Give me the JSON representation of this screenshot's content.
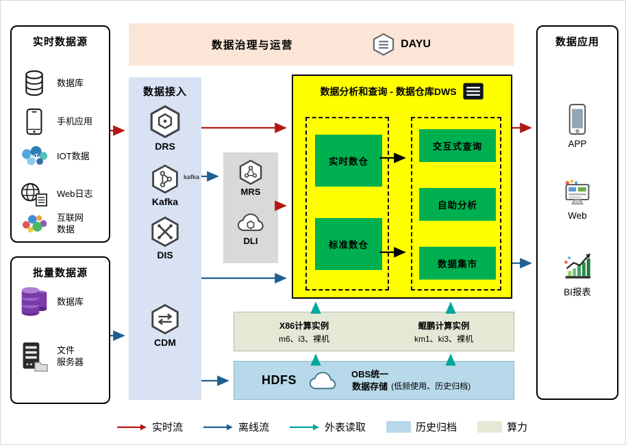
{
  "governance": {
    "title": "数据治理与运营",
    "product": "DAYU",
    "bg": "#fbe5d6",
    "icon": "dayu-hexagon-icon"
  },
  "realtime_sources": {
    "title": "实时数据源",
    "items": [
      {
        "label": "数据库",
        "icon": "database-icon"
      },
      {
        "label": "手机应用",
        "icon": "mobile-phone-icon"
      },
      {
        "label": "IOT数据",
        "icon": "iot-icon"
      },
      {
        "label": "Web日志",
        "icon": "web-log-icon"
      },
      {
        "label": "互联网\n数据",
        "icon": "internet-data-icon"
      }
    ]
  },
  "batch_sources": {
    "title": "批量数据源",
    "items": [
      {
        "label": "数据库",
        "icon": "purple-database-icon"
      },
      {
        "label": "文件\n服务器",
        "icon": "file-server-icon"
      }
    ]
  },
  "ingestion": {
    "title": "数据接入",
    "bg": "#d9e2f3",
    "items": [
      {
        "label": "DRS",
        "icon": "drs-hexagon-icon"
      },
      {
        "label": "Kafka",
        "icon": "kafka-hexagon-icon",
        "badge": "kafka"
      },
      {
        "label": "DIS",
        "icon": "dis-hexagon-icon"
      },
      {
        "label": "CDM",
        "icon": "cdm-hexagon-icon"
      }
    ]
  },
  "compute_services": {
    "bg": "#d9d9d9",
    "items": [
      {
        "label": "MRS",
        "icon": "mrs-hexagon-icon"
      },
      {
        "label": "DLI",
        "icon": "dli-cloud-icon"
      }
    ]
  },
  "dws": {
    "title": "数据分析和查询 - 数据仓库DWS",
    "bg": "#ffff00",
    "box_color": "#00b050",
    "warehouse_boxes": [
      "实时数仓",
      "标准数仓"
    ],
    "service_boxes": [
      "交互式查询",
      "自助分析",
      "数据集市"
    ]
  },
  "compute_instances": {
    "bg": "#e4e9d5",
    "groups": [
      {
        "title": "X86计算实例",
        "detail": "m6、i3、裸机"
      },
      {
        "title": "鲲鹏计算实例",
        "detail": "km1、ki3、裸机"
      }
    ]
  },
  "storage": {
    "bg": "#b7d9ea",
    "hdfs_label": "HDFS",
    "obs_line1": "OBS统一",
    "obs_line2": "数据存储",
    "obs_note": "(低频使用、历史归档)"
  },
  "applications": {
    "title": "数据应用",
    "items": [
      {
        "label": "APP",
        "icon": "app-phone-icon"
      },
      {
        "label": "Web",
        "icon": "web-monitor-icon"
      },
      {
        "label": "BI报表",
        "icon": "bi-report-icon"
      }
    ]
  },
  "legend": {
    "items": [
      {
        "label": "实时流",
        "type": "arrow",
        "color": "#b21812"
      },
      {
        "label": "离线流",
        "type": "arrow",
        "color": "#1f6091"
      },
      {
        "label": "外表读取",
        "type": "arrow",
        "color": "#00a79d"
      },
      {
        "label": "历史归档",
        "type": "swatch",
        "color": "#b7d9ea"
      },
      {
        "label": "算力",
        "type": "swatch",
        "color": "#e4e9d5"
      }
    ]
  }
}
